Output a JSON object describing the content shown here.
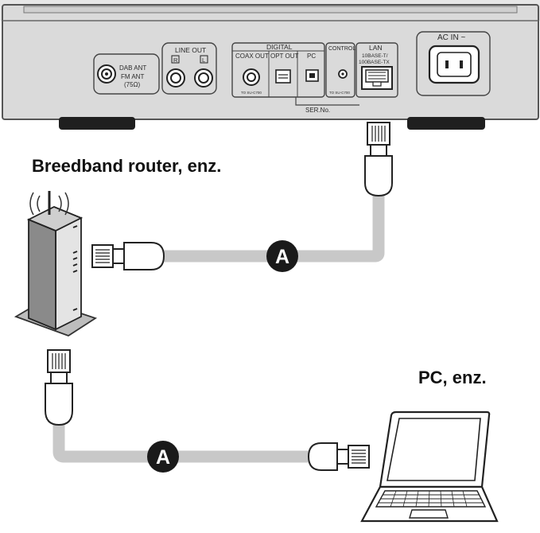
{
  "labels": {
    "router": "Breedband router, enz.",
    "pc": "PC, enz.",
    "cable_marker": "A"
  },
  "device_panel": {
    "dab_ant": "DAB ANT",
    "fm_ant": "FM ANT",
    "fm_ohm": "(75Ω)",
    "line_out": "LINE OUT",
    "r": "R",
    "l": "L",
    "digital": "DIGITAL",
    "coax_out": "COAX OUT",
    "opt_out": "OPT OUT",
    "pc_port": "PC",
    "control": "CONTROL",
    "to_su": "TO SU-C700",
    "lan": "LAN",
    "lan_spec_1": "10BASE-T/",
    "lan_spec_2": "100BASE-TX",
    "ac_in": "AC IN ~",
    "ser_no": "SER.No."
  },
  "colors": {
    "cable": "#c8c8c8",
    "marker": "#1a1a1a",
    "panel": "#dadada",
    "foot": "#1f1f1f"
  }
}
